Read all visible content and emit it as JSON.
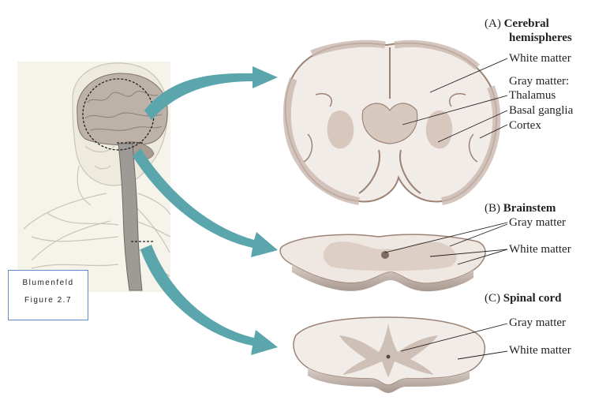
{
  "sections": {
    "a": {
      "letter": "(A)",
      "title_line1": "Cerebral",
      "title_line2": "hemispheres",
      "labels": [
        "White matter",
        "Gray matter:",
        "Thalamus",
        "Basal ganglia",
        "Cortex"
      ]
    },
    "b": {
      "letter": "(B)",
      "title": "Brainstem",
      "labels": [
        "Gray matter",
        "White matter"
      ]
    },
    "c": {
      "letter": "(C)",
      "title": "Spinal cord",
      "labels": [
        "Gray matter",
        "White matter"
      ]
    }
  },
  "caption": {
    "line1": "Blumenfeld",
    "line2": "Figure 2.7"
  },
  "colors": {
    "arrow": "#5aa6ac",
    "tissue_white": "#f4efec",
    "tissue_gray": "#c9b8ae",
    "tissue_dark": "#9c8376",
    "body_sketch": "#c8c6b8"
  }
}
